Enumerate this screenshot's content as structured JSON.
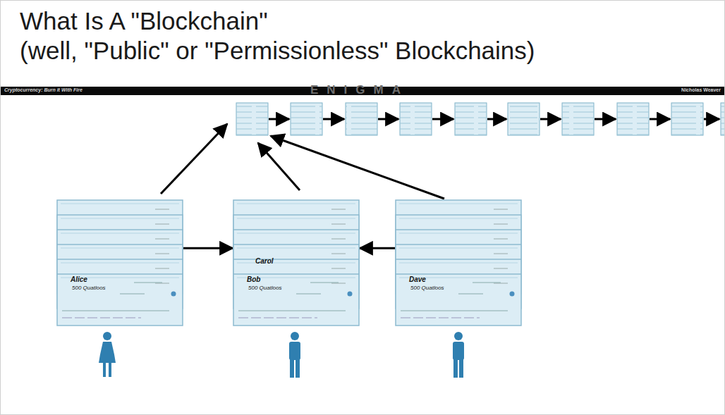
{
  "diagram": {
    "title": "What Is A \"Blockchain\"",
    "nodes": [
      {
        "text": [
          "Alice",
          "500 Quatloos"
        ]
      },
      {
        "text": [
          "Carol",
          "Bob",
          "500 Quatloos"
        ]
      },
      {
        "text": [
          "Dave",
          "500 Quatloos"
        ]
      }
    ],
    "edges": [
      {
        "from": 0,
        "to": 1,
        "arrow": "to"
      },
      {
        "from": 2,
        "to": 1,
        "arrow": "to"
      }
    ],
    "labels": [
      "(well, \"Public\" or \"Permissionless\" Blockchains)",
      "Cryptocurrency: Burn it With Fire",
      "ENIGMA",
      "Nicholas Weaver"
    ]
  }
}
